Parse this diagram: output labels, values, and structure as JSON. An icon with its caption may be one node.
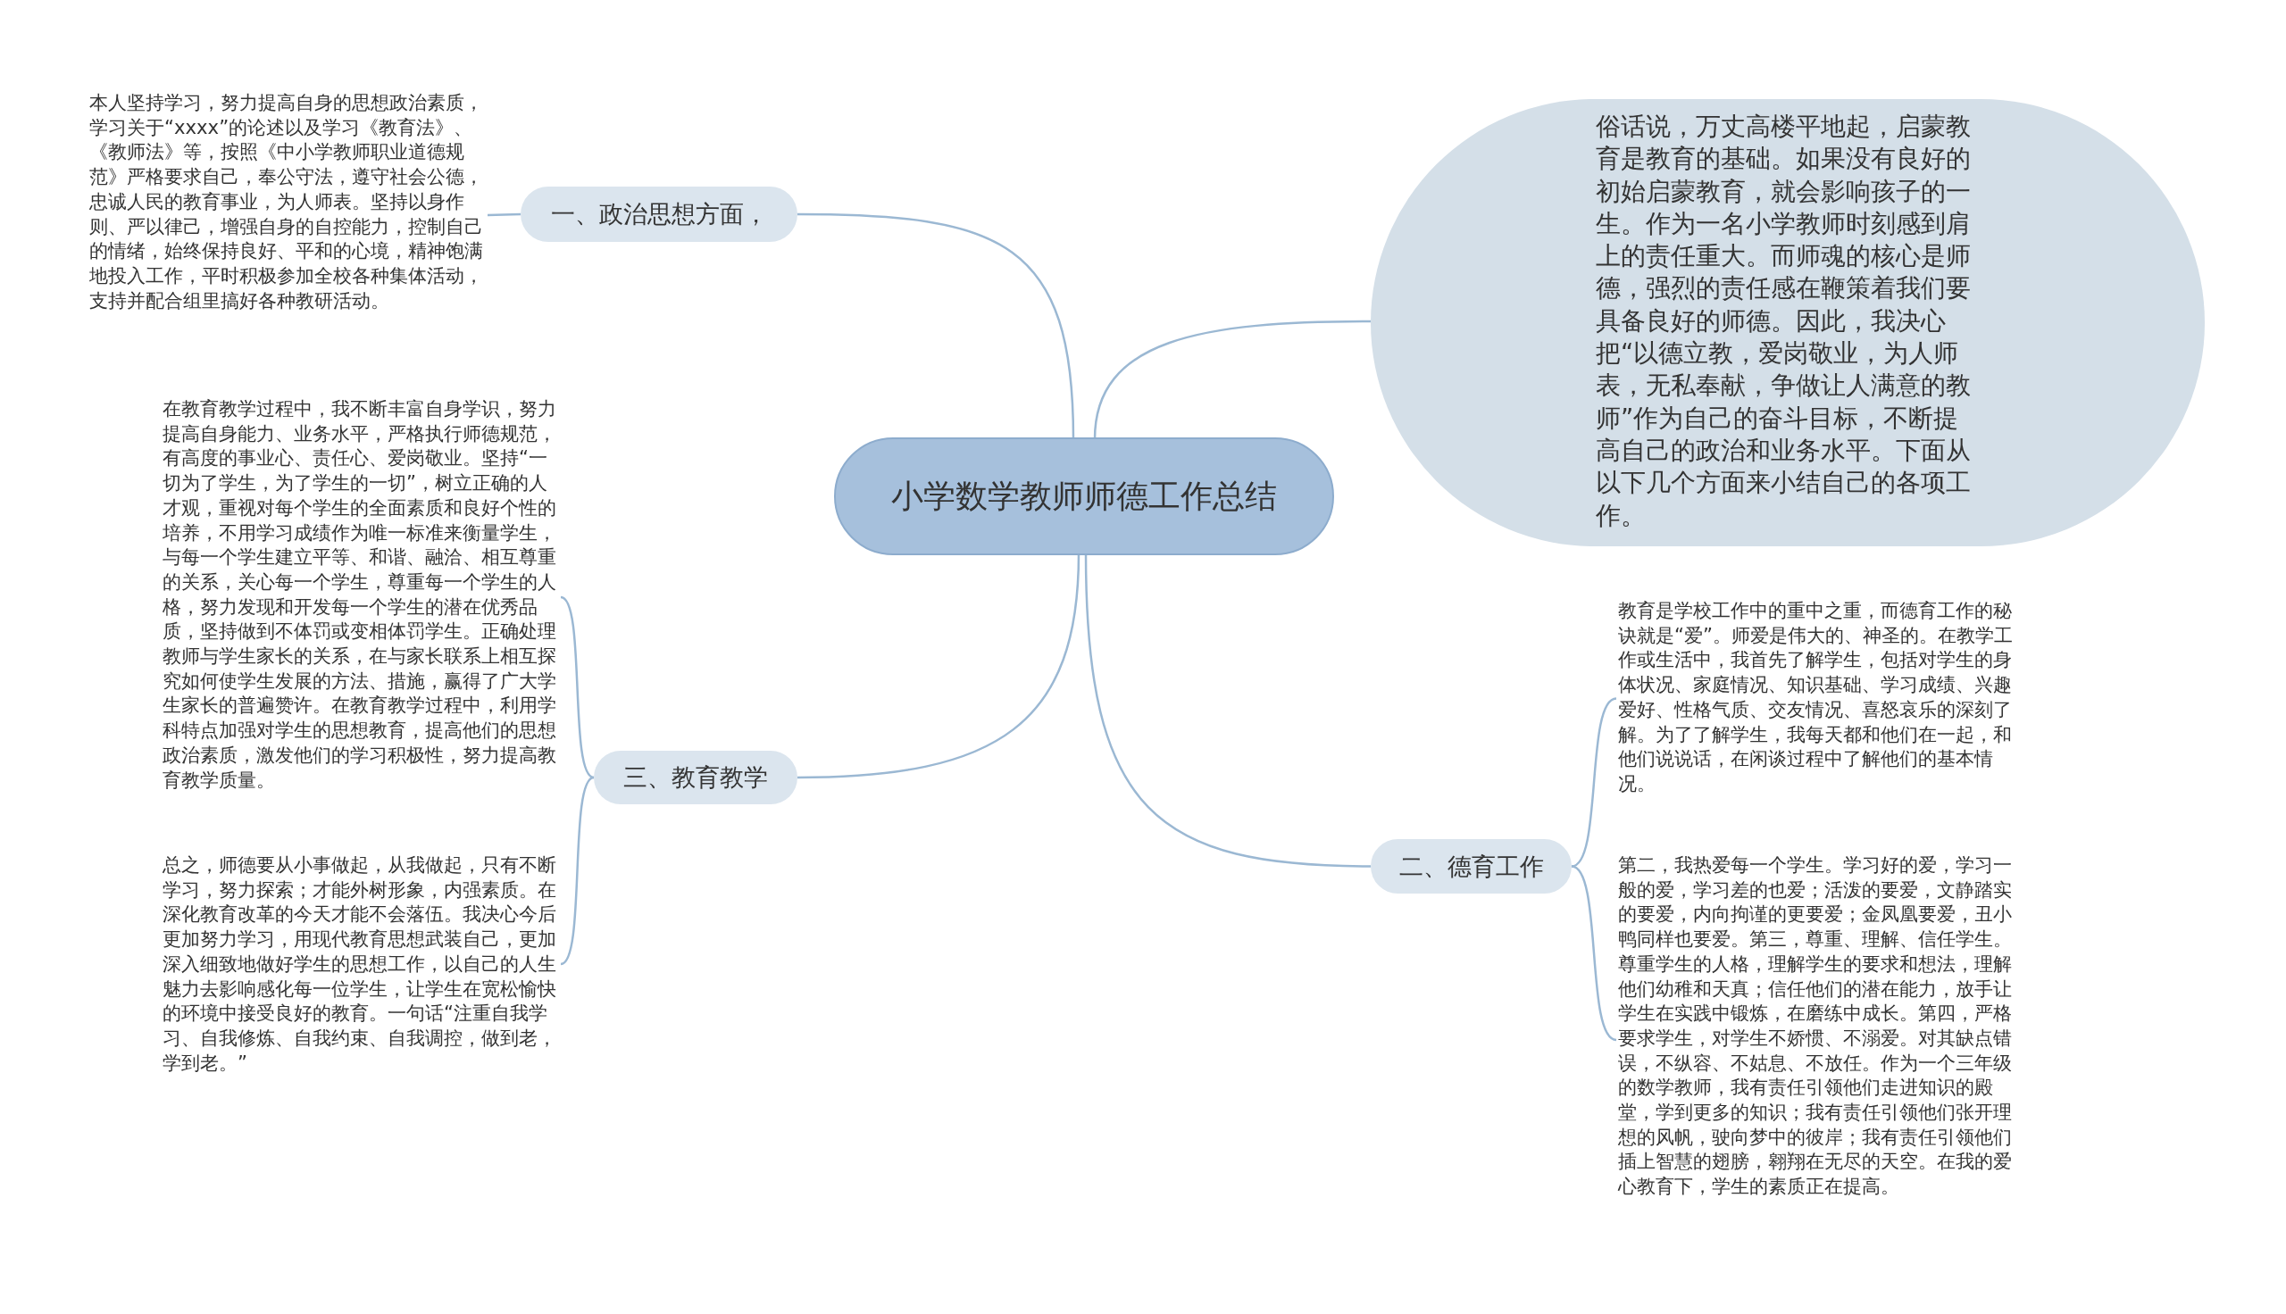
{
  "diagram": {
    "nodes": [
      {
        "text": [
          "小学数学教师师德工作总结"
        ]
      },
      {
        "text": [
          "俗话说，万丈高楼平地起，启蒙教育是教育的基础。如果没有良好的初始启蒙教育，就会影响孩子的一生。作为一名小学教师时刻感到肩上的责任重大。而师魂的核心是师德，强烈的责任感在鞭策着我们要具备良好的师德。因此，我决心把“以德立教，爱岗敬业，为人师表，无私奉献，争做让人满意的教师”作为自己的奋斗目标，不断提高自己的政治和业务水平。下面从以下几个方面来小结自己的各项工作。"
        ]
      },
      {
        "text": [
          "一、政治思想方面，"
        ]
      },
      {
        "text": [
          "本人坚持学习，努力提高自身的思想政治素质，学习关于“xxxx”的论述以及学习《教育法》、《教师法》等，按照《中小学教师职业道德规范》严格要求自己，奉公守法，遵守社会公德，忠诚人民的教育事业，为人师表。坚持以身作则、严以律己，增强自身的自控能力，控制自己的情绪，始终保持良好、平和的心境，精神饱满地投入工作，平时积极参加全校各种集体活动，支持并配合组里搞好各种教研活动。"
        ]
      },
      {
        "text": [
          "三、教育教学"
        ]
      },
      {
        "text": [
          "在教育教学过程中，我不断丰富自身学识，努力提高自身能力、业务水平，严格执行师德规范，有高度的事业心、责任心、爱岗敬业。坚持“一切为了学生，为了学生的一切”，树立正确的人才观，重视对每个学生的全面素质和良好个性的培养，不用学习成绩作为唯一标准来衡量学生，与每一个学生建立平等、和谐、融洽、相互尊重的关系，关心每一个学生，尊重每一个学生的人格，努力发现和开发每一个学生的潜在优秀品质，坚持做到不体罚或变相体罚学生。正确处理教师与学生家长的关系，在与家长联系上相互探究如何使学生发展的方法、措施，赢得了广大学生家长的普遍赞许。在教育教学过程中，利用学科特点加强对学生的思想教育，提高他们的思想政治素质，激发他们的学习积极性，努力提高教育教学质量。"
        ]
      },
      {
        "text": [
          "总之，师德要从小事做起，从我做起，只有不断学习，努力探索；才能外树形象，内强素质。在深化教育改革的今天才能不会落伍。我决心今后更加努力学习，用现代教育思想武装自己，更加深入细致地做好学生的思想工作，以自己的人生魅力去影响感化每一位学生，让学生在宽松愉快的环境中接受良好的教育。一句话“注重自我学习、自我修炼、自我约束、自我调控，做到老，学到老。”"
        ]
      },
      {
        "text": [
          "二、德育工作"
        ]
      },
      {
        "text": [
          "教育是学校工作中的重中之重，而德育工作的秘诀就是“爱”。师爱是伟大的、神圣的。在教学工作或生活中，我首先了解学生，包括对学生的身体状况、家庭情况、知识基础、学习成绩、兴趣爱好、性格气质、交友情况、喜怒哀乐的深刻了解。为了了解学生，我每天都和他们在一起，和他们说说话，在闲谈过程中了解他们的基本情况。"
        ]
      },
      {
        "text": [
          "第二，我热爱每一个学生。学习好的爱，学习一般的爱，学习差的也爱；活泼的要爱，文静踏实的要爱，内向拘谨的更要爱；金凤凰要爱，丑小鸭同样也要爱。第三，尊重、理解、信任学生。尊重学生的人格，理解学生的要求和想法，理解他们幼稚和天真；信任他们的潜在能力，放手让学生在实践中锻炼，在磨练中成长。第四，严格要求学生，对学生不娇惯、不溺爱。对其缺点错误，不纵容、不姑息、不放任。作为一个三年级的数学教师，我有责任引领他们走进知识的殿堂，学到更多的知识；我有责任引领他们张开理想的风帆，驶向梦中的彼岸；我有责任引领他们插上智慧的翅膀，翱翔在无尽的天空。在我的爱心教育下，学生的素质正在提高。"
        ]
      }
    ],
    "edges": [
      {
        "from": 0,
        "to": 1,
        "arrow": "none"
      },
      {
        "from": 0,
        "to": 2,
        "arrow": "none"
      },
      {
        "from": 0,
        "to": 4,
        "arrow": "none"
      },
      {
        "from": 0,
        "to": 7,
        "arrow": "none"
      },
      {
        "from": 2,
        "to": 3,
        "arrow": "none"
      },
      {
        "from": 4,
        "to": 5,
        "arrow": "none"
      },
      {
        "from": 4,
        "to": 6,
        "arrow": "none"
      },
      {
        "from": 7,
        "to": 8,
        "arrow": "none"
      },
      {
        "from": 7,
        "to": 9,
        "arrow": "none"
      }
    ]
  }
}
